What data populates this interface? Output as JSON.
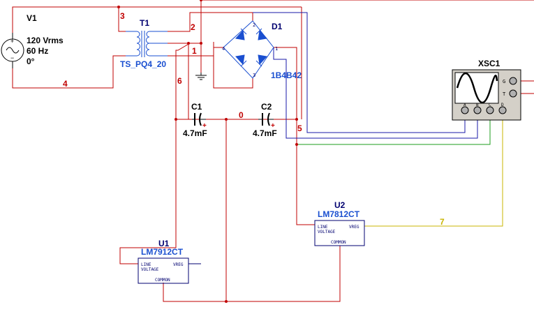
{
  "colors": {
    "wire_red": "#c00000",
    "wire_blue": "#1a1aa8",
    "wire_green": "#1e9e1e",
    "wire_yellow": "#c8b400",
    "component_blue": "#1a4fd0",
    "component_dark": "#000070",
    "net_label": "#c00000",
    "scope_body": "#d4d0c8"
  },
  "components": {
    "v1": {
      "ref": "V1",
      "line1": "120 Vrms",
      "line2": "60 Hz",
      "line3": "0°"
    },
    "t1": {
      "ref": "T1",
      "model": "TS_PQ4_20"
    },
    "d1": {
      "ref": "D1",
      "model": "1B4B42",
      "pins": {
        "p1": "1",
        "p2": "2",
        "p3": "3",
        "p4": "4"
      }
    },
    "c1": {
      "ref": "C1",
      "value": "4.7mF",
      "polarity": "+"
    },
    "c2": {
      "ref": "C2",
      "value": "4.7mF",
      "polarity": "+"
    },
    "u1": {
      "ref": "U1",
      "model": "LM7912CT",
      "pin_line": "LINE",
      "pin_voltage": "VOLTAGE",
      "pin_vreg": "VREG",
      "pin_common": "COMMON"
    },
    "u2": {
      "ref": "U2",
      "model": "LM7812CT",
      "pin_line": "LINE",
      "pin_voltage": "VOLTAGE",
      "pin_vreg": "VREG",
      "pin_common": "COMMON"
    },
    "xsc1": {
      "ref": "XSC1",
      "terminal_g": "G",
      "terminal_t": "T",
      "channels": [
        "A",
        "B",
        "C",
        "D"
      ]
    }
  },
  "nets": {
    "n0": "0",
    "n1": "1",
    "n2": "2",
    "n3": "3",
    "n4": "4",
    "n5": "5",
    "n6": "6",
    "n7": "7"
  }
}
